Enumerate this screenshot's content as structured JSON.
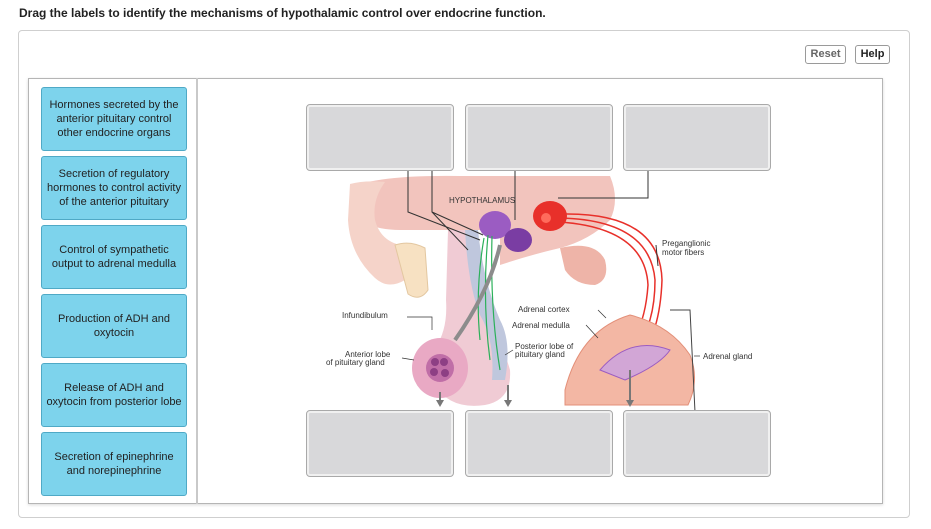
{
  "instruction": "Drag the labels to identify the mechanisms of hypothalamic control over endocrine function.",
  "toolbar": {
    "reset_label": "Reset",
    "help_label": "Help"
  },
  "labels": [
    "Hormones secreted by the anterior pituitary control other endocrine organs",
    "Secretion of regulatory hormones to control activity of the anterior pituitary",
    "Control of sympathetic output to adrenal medulla",
    "Production of ADH and oxytocin",
    "Release of ADH and oxytocin from posterior lobe",
    "Secretion of epinephrine and norepinephrine"
  ],
  "diagram": {
    "hypothalamus": "HYPOTHALAMUS",
    "preganglionic": [
      "Preganglionic",
      "motor fibers"
    ],
    "infundibulum": "Infundibulum",
    "adrenal_cortex": "Adrenal cortex",
    "adrenal_medulla": "Adrenal medulla",
    "posterior_lobe": [
      "Posterior lobe of",
      "pituitary gland"
    ],
    "anterior_lobe": [
      "Anterior lobe",
      "of pituitary gland"
    ],
    "adrenal_gland": "Adrenal gland"
  },
  "colors": {
    "label_fill": "#7dd3ec",
    "drop_fill": "#d8d8da",
    "tissue": "#f2c4bd",
    "nucleus": "#9b5cc2",
    "red_nucleus": "#e8302a"
  }
}
